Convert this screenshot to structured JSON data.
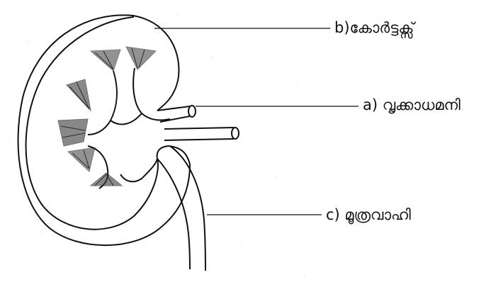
{
  "labels": {
    "cortex": "b)കോർട്ടക്സ്",
    "renal_artery": "a) വൃക്കാധമനി",
    "ureter": "c) മൂത്രവാഹി"
  },
  "colors": {
    "ink": "#111111",
    "shade": "#3a3a3a"
  }
}
